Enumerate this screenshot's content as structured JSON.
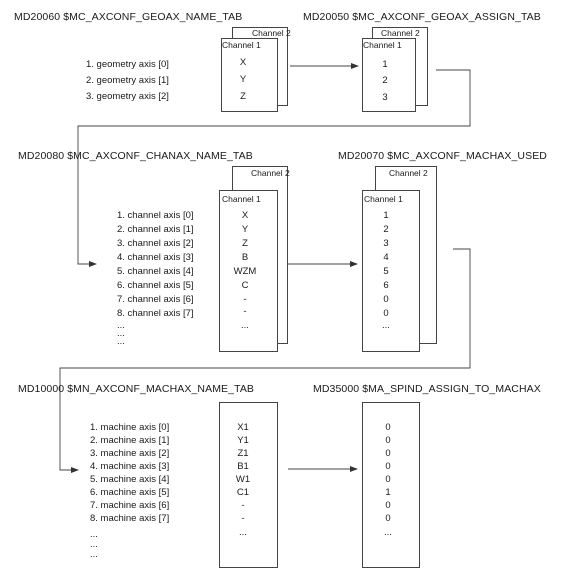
{
  "blocks": {
    "b1": {
      "title": "MD20060 $MC_AXCONF_GEOAX_NAME_TAB",
      "tab_back": "Channel 2",
      "tab_front": "Channel 1",
      "labels": [
        "1. geometry axis [0]",
        "2. geometry axis [1]",
        "3. geometry axis [2]"
      ],
      "values": [
        "X",
        "Y",
        "Z"
      ]
    },
    "b2": {
      "title": "MD20050 $MC_AXCONF_GEOAX_ASSIGN_TAB",
      "tab_back": "Channel 2",
      "tab_front": "Channel 1",
      "values": [
        "1",
        "2",
        "3"
      ]
    },
    "b3": {
      "title": "MD20080 $MC_AXCONF_CHANAX_NAME_TAB",
      "tab_back": "Channel 2",
      "tab_front": "Channel 1",
      "labels": [
        "1. channel axis [0]",
        "2. channel axis [1]",
        "3. channel axis [2]",
        "4. channel axis [3]",
        "5. channel axis [4]",
        "6. channel axis [5]",
        "7. channel axis [6]",
        "8. channel axis [7]",
        "...",
        "...",
        "..."
      ],
      "values": [
        "X",
        "Y",
        "Z",
        "B",
        "WZM",
        "C",
        "-",
        "-",
        "..."
      ]
    },
    "b4": {
      "title": "MD20070 $MC_AXCONF_MACHAX_USED",
      "tab_back": "Channel 2",
      "tab_front": "Channel 1",
      "values": [
        "1",
        "2",
        "3",
        "4",
        "5",
        "6",
        "0",
        "0",
        "..."
      ]
    },
    "b5": {
      "title": "MD10000 $MN_AXCONF_MACHAX_NAME_TAB",
      "labels": [
        "1. machine axis [0]",
        "2. machine axis [1]",
        "3. machine axis [2]",
        "4. machine axis [3]",
        "5. machine axis [4]",
        "6. machine axis [5]",
        "7. machine axis [6]",
        "8. machine axis [7]",
        "...",
        "...",
        "..."
      ],
      "values": [
        "X1",
        "Y1",
        "Z1",
        "B1",
        "W1",
        "C1",
        "-",
        "-",
        "..."
      ]
    },
    "b6": {
      "title": "MD35000 $MA_SPIND_ASSIGN_TO_MACHAX",
      "values": [
        "0",
        "0",
        "0",
        "0",
        "0",
        "1",
        "0",
        "0",
        "..."
      ]
    }
  }
}
